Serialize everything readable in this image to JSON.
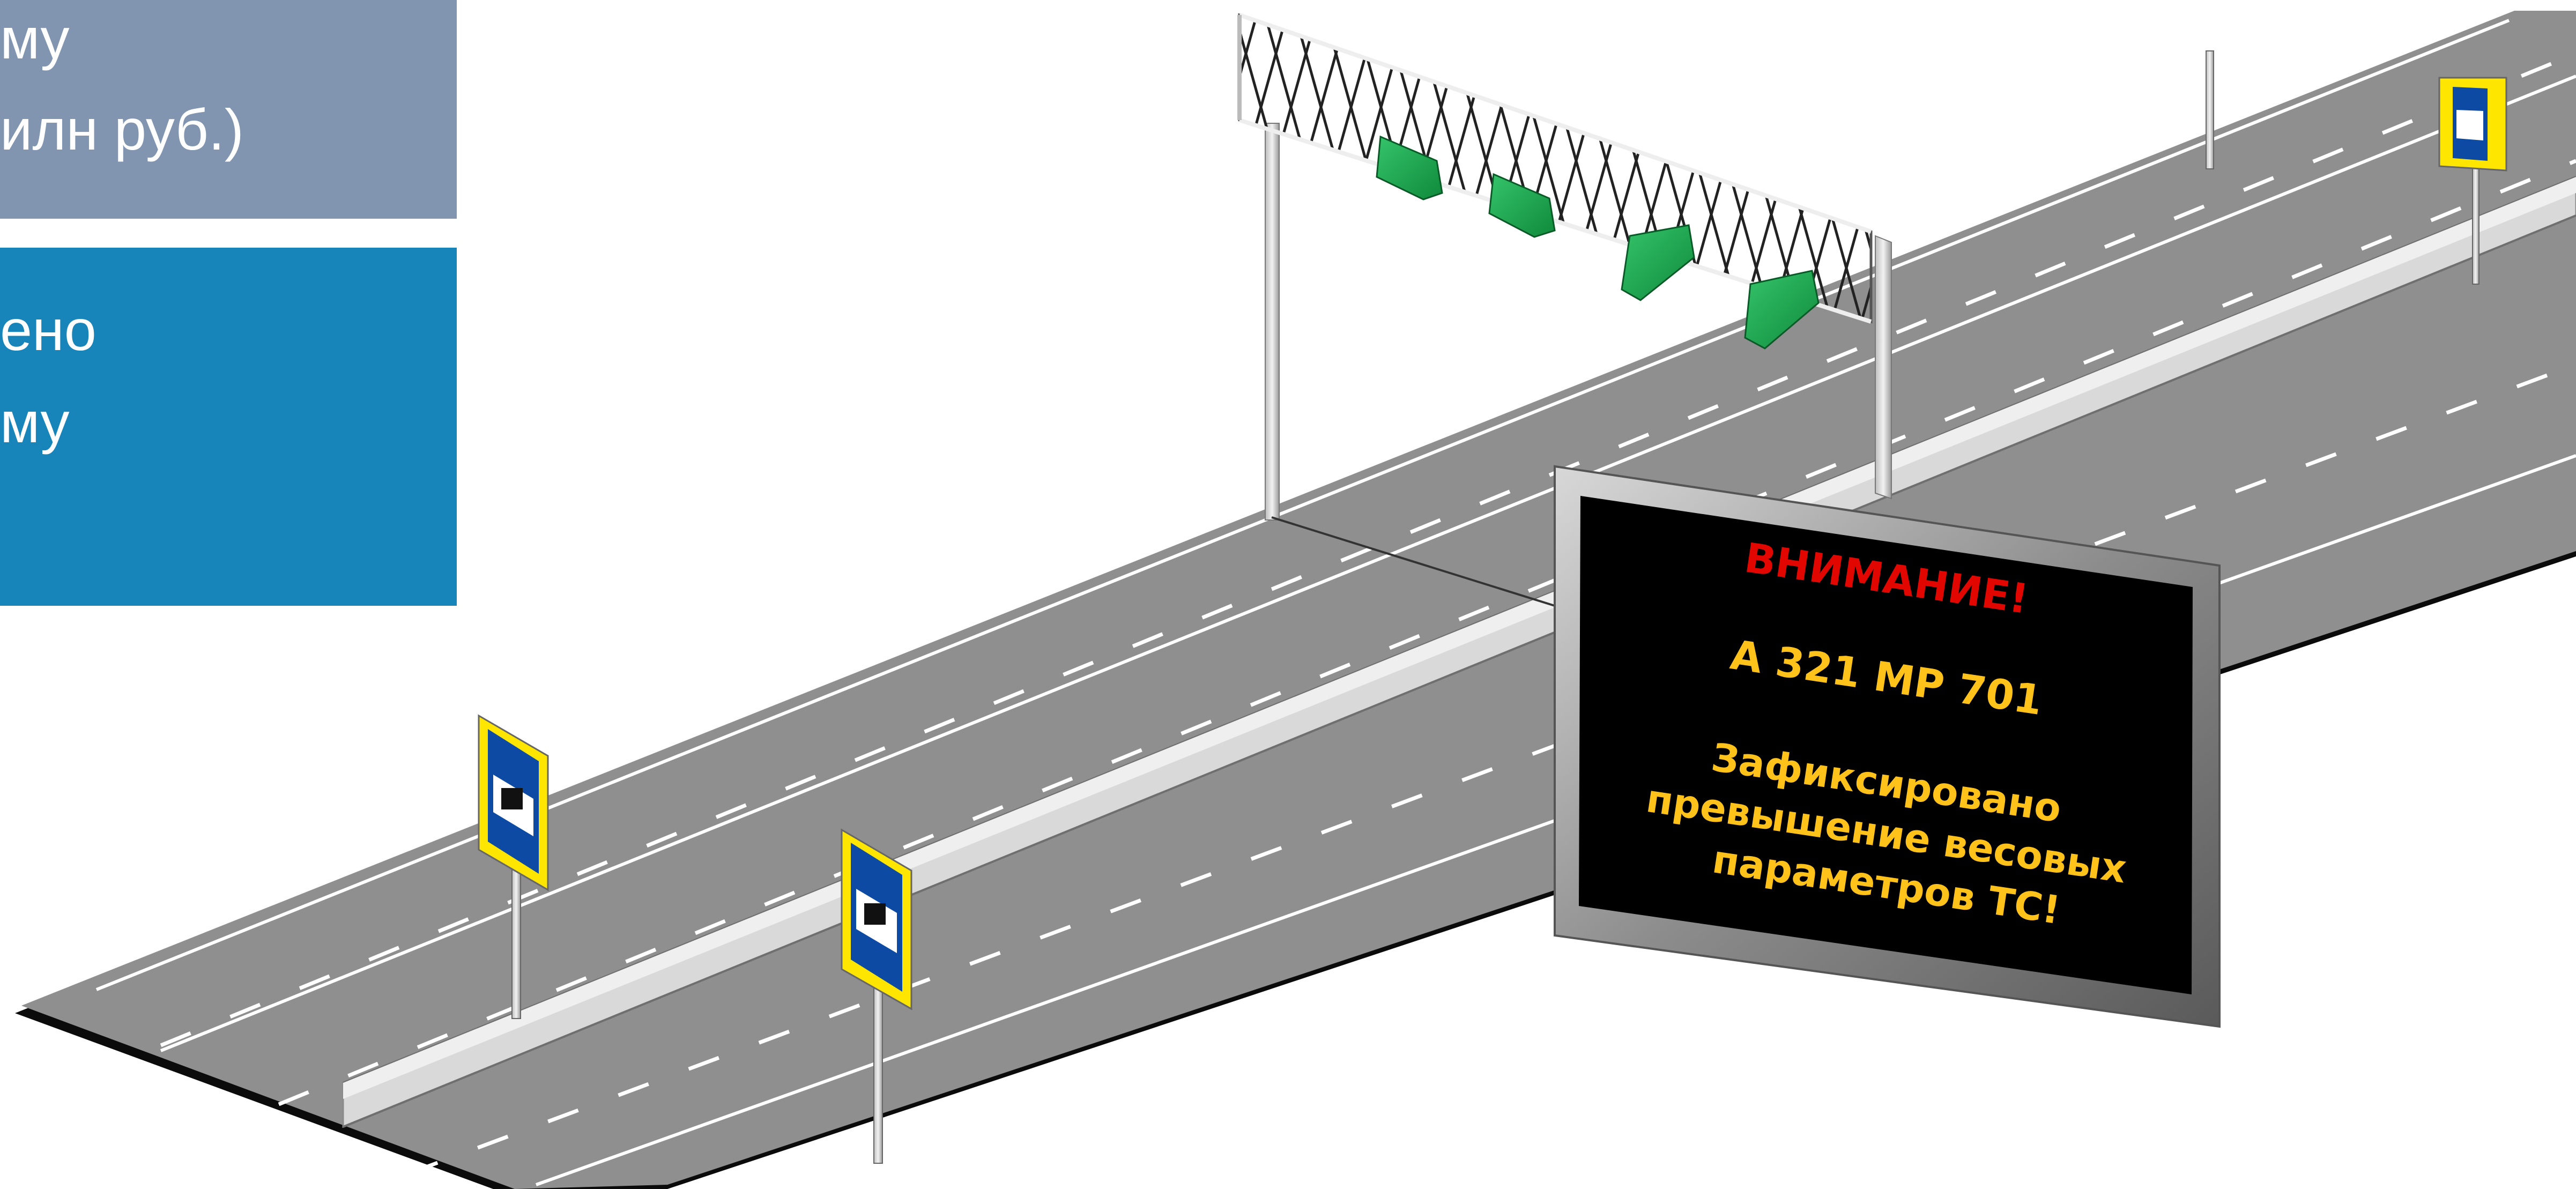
{
  "panels": {
    "grey": {
      "lines": [
        "му",
        "илн руб.)"
      ],
      "color": "#8195b0"
    },
    "blue": {
      "lines": [
        "ено",
        "му"
      ],
      "color": "#1784ba"
    }
  },
  "board": {
    "title": "ВНИМАНИЕ!",
    "plate": "А 321 МР 701",
    "message_lines": [
      "Зафиксировано",
      "превышение весовых",
      "параметров ТС!"
    ],
    "title_color": "#e10600",
    "text_color": "#ffc21a"
  },
  "icons": {
    "gantry": "overhead-gantry-icon",
    "camera": "camera-icon",
    "sign": "weight-control-sign-icon"
  }
}
